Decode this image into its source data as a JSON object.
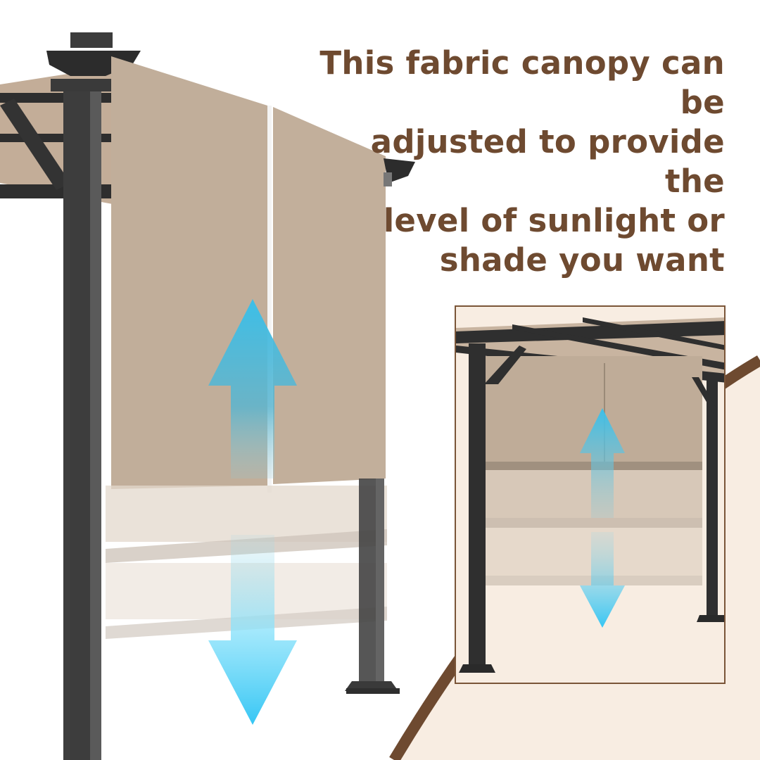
{
  "headline": {
    "lines": [
      "This fabric canopy can be",
      "adjusted to provide the",
      "level of sunlight or",
      "shade you want"
    ],
    "color": "#6e4a30"
  },
  "main_illustration": {
    "subject": "pergola with retractable fabric canopy (close-up)",
    "frame_color": "#3a3a3a",
    "fabric_color": "#c1ae9a",
    "arrow_icon": "up-down-arrow",
    "arrow_color": "#3cc8f2"
  },
  "inset_illustration": {
    "subject": "pergola with retractable fabric canopy (full view)",
    "border_color": "#7a5538",
    "background_color": "#f8ede2",
    "arrow_icon": "up-down-arrow"
  },
  "decor": {
    "swoosh_color": "#6e4a30",
    "background_blob_color": "#f8ede2"
  }
}
